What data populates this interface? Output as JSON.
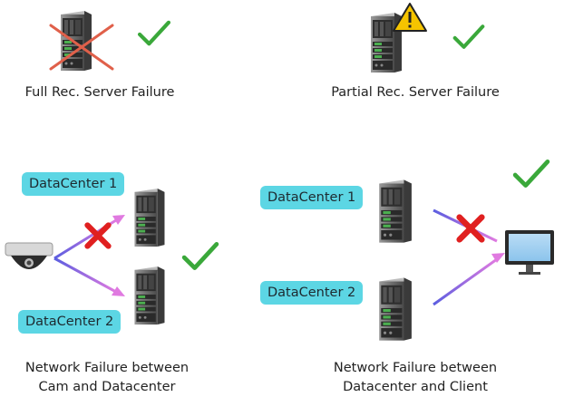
{
  "scenarios": [
    {
      "caption": "Full Rec. Server Failure"
    },
    {
      "caption": "Partial Rec. Server Failure"
    },
    {
      "caption_line1": "Network Failure between",
      "caption_line2": "Cam and Datacenter",
      "labels": [
        "DataCenter 1",
        "DataCenter 2"
      ]
    },
    {
      "caption_line1": "Network Failure between",
      "caption_line2": "Datacenter and Client",
      "labels": [
        "DataCenter 1",
        "DataCenter 2"
      ]
    }
  ],
  "icons": {
    "server": "server-icon",
    "check": "checkmark-icon",
    "fail": "red-x-icon",
    "warning": "warning-triangle-icon",
    "camera": "dome-camera-icon",
    "monitor": "monitor-icon"
  },
  "colors": {
    "label_bg": "#5cd6e4",
    "check_green": "#3aa83a",
    "fail_red": "#e02020",
    "warning_yellow": "#f5c400",
    "arrow_start": "#5b5ee0",
    "arrow_end": "#e07ae0"
  }
}
